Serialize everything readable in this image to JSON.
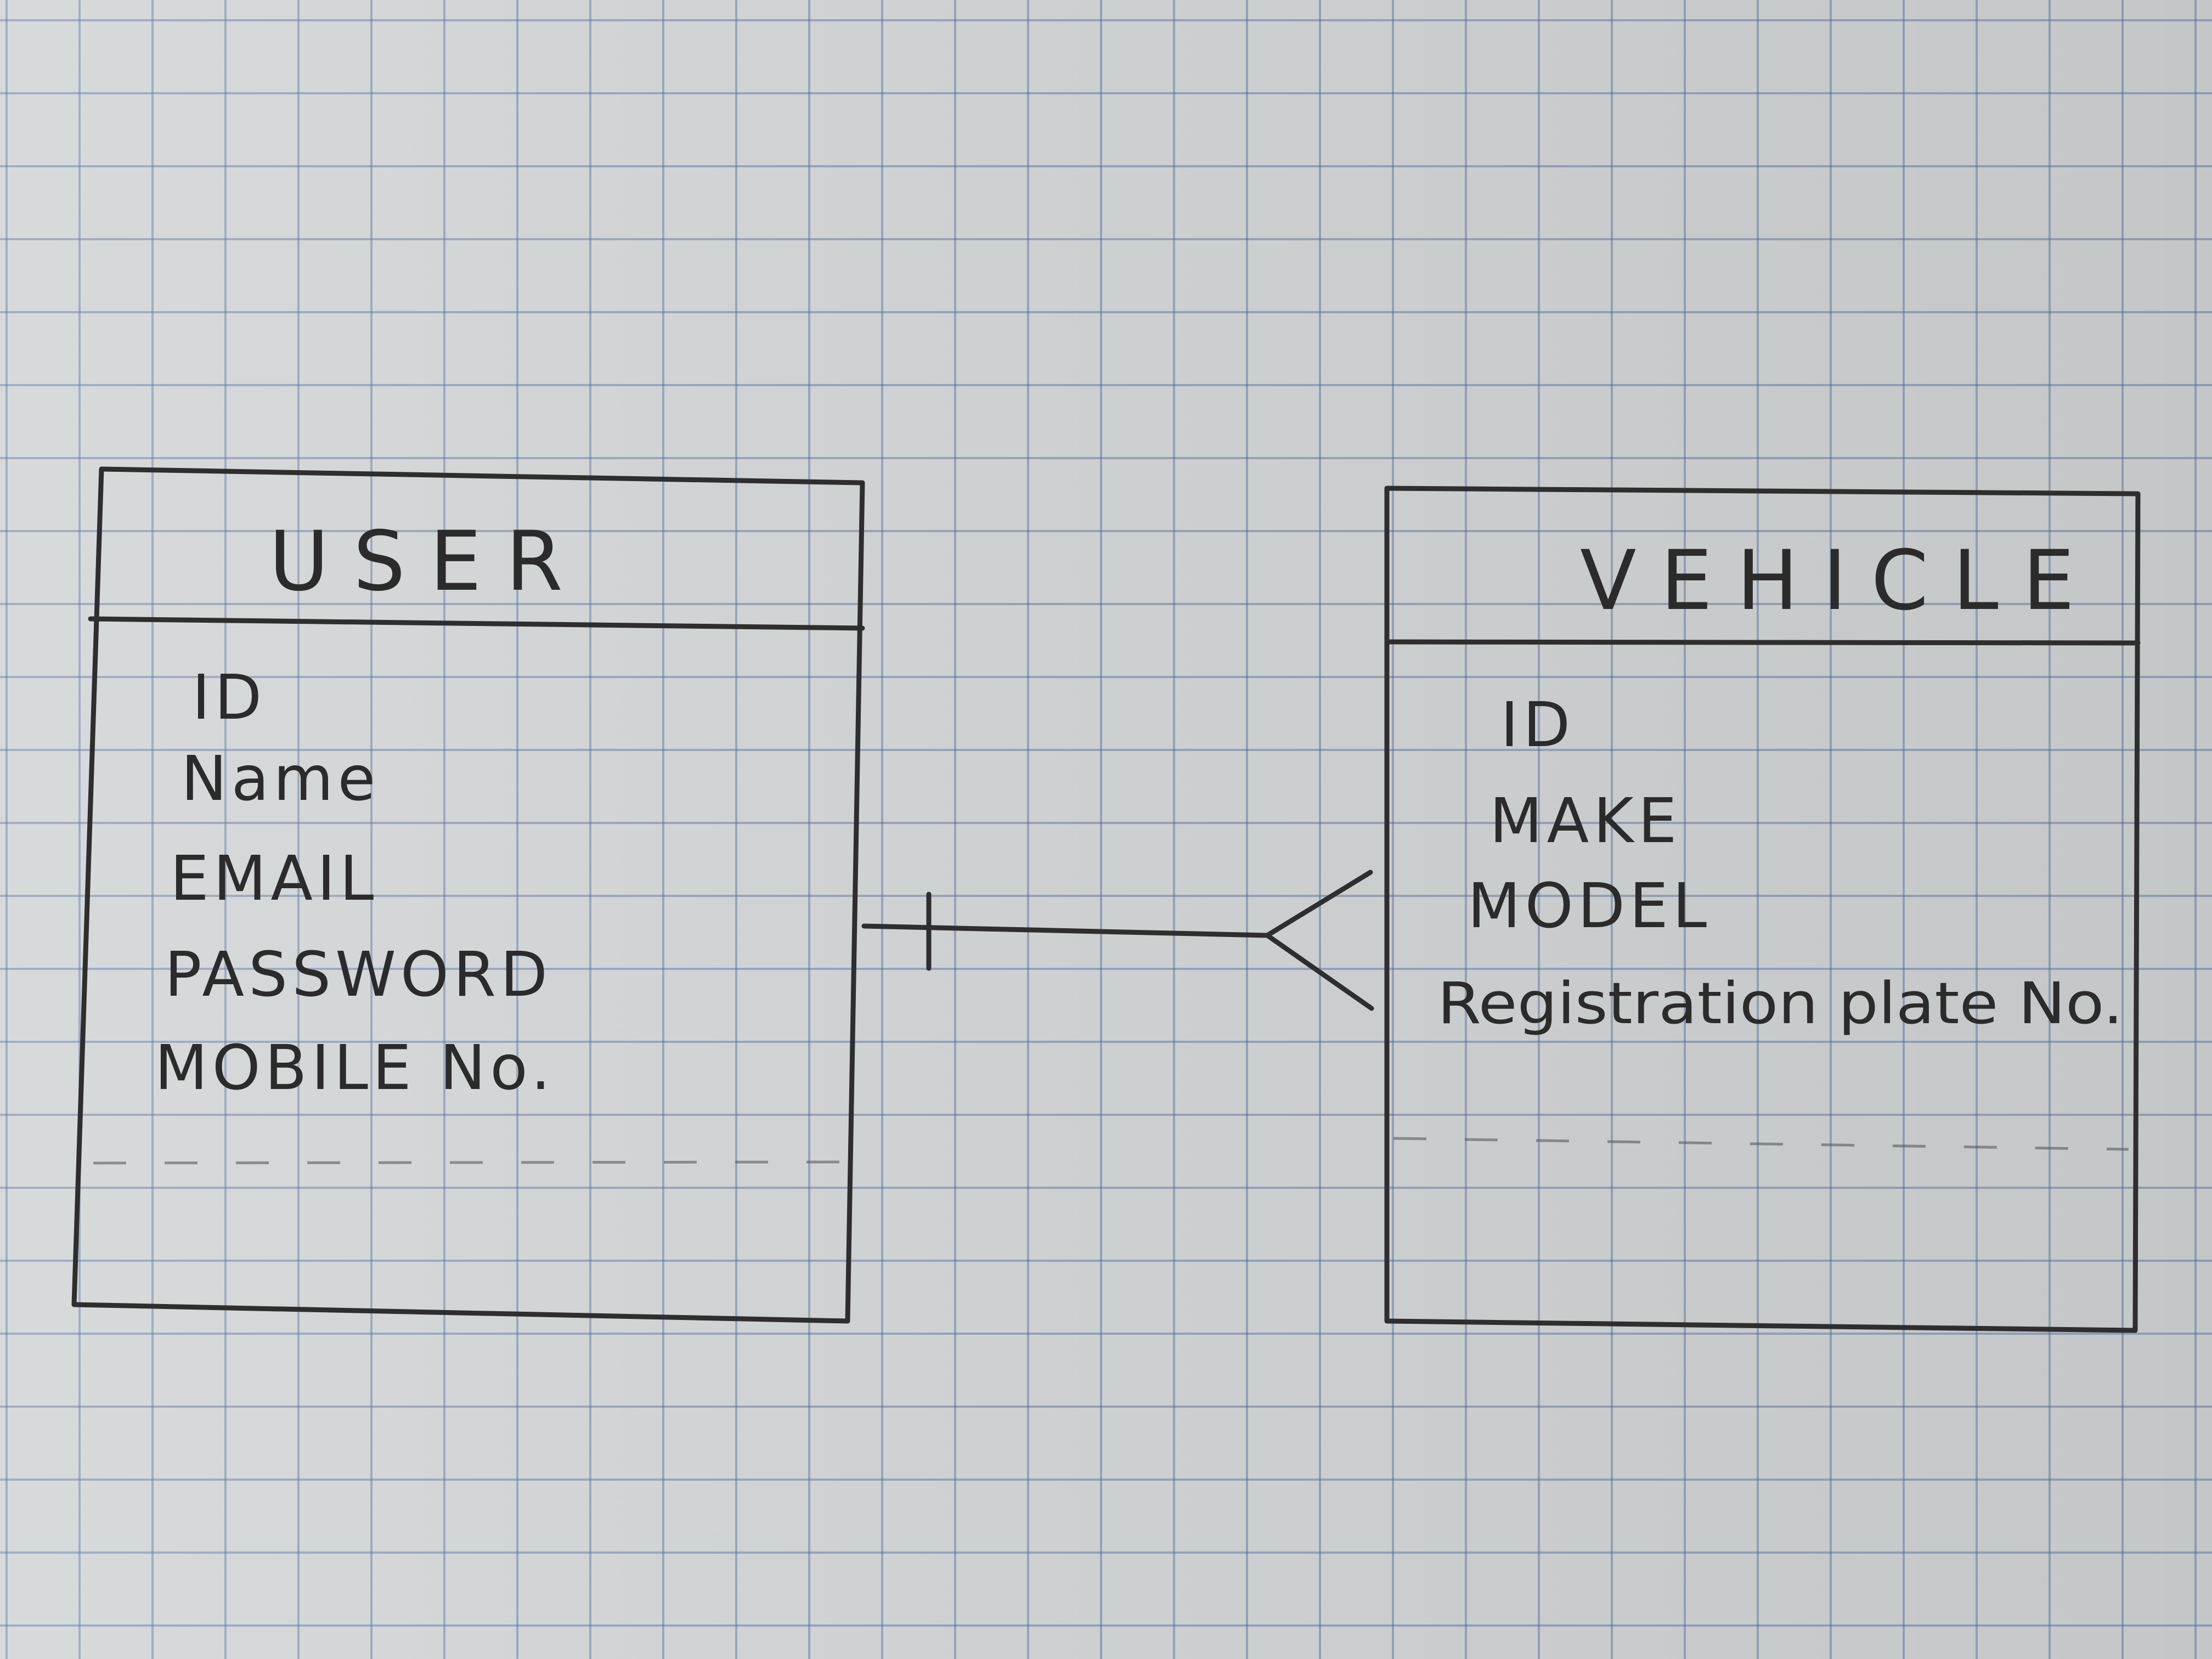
{
  "entities": [
    {
      "title": "USER",
      "attributes": [
        "ID",
        "Name",
        "EMAIL",
        "PASSWORD",
        "MOBILE No."
      ]
    },
    {
      "title": "VEHICLE",
      "attributes": [
        "ID",
        "MAKE",
        "MODEL",
        "Registration plate No."
      ]
    }
  ],
  "relationship": {
    "from": "USER",
    "to": "VEHICLE",
    "from_cardinality": "one",
    "to_cardinality": "many"
  },
  "colors": {
    "ink": "#2b2b2b",
    "paper": "#d3d6d7",
    "grid": "#506ea0"
  }
}
